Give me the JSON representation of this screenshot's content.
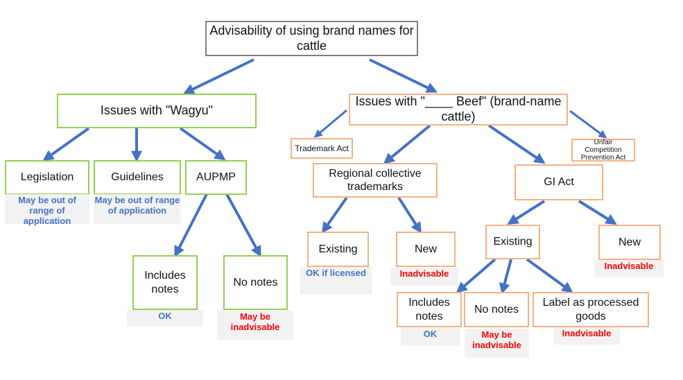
{
  "colors": {
    "arrow": "#4472c4",
    "root_border": "#7f7f7f",
    "wagyu_border": "#92d050",
    "beef_border": "#f4b183",
    "note_bg": "#f2f2f2",
    "note_positive": "#4472c4",
    "note_negative": "#ff0000"
  },
  "root": {
    "title": "Advisability of using brand names for cattle"
  },
  "wagyu": {
    "title": "Issues with \"Wagyu\"",
    "children": {
      "legislation": {
        "label": "Legislation",
        "note": "May be out of range of application"
      },
      "guidelines": {
        "label": "Guidelines",
        "note": "May be out of range of application"
      },
      "aupmp": {
        "label": "AUPMP",
        "children": {
          "includes_notes": {
            "label": "Includes notes",
            "note": "OK"
          },
          "no_notes": {
            "label": "No notes",
            "note": "May be inadvisable"
          }
        }
      }
    }
  },
  "beef": {
    "title": "Issues with \"____ Beef\" (brand-name cattle)",
    "children": {
      "trademark_act": {
        "label": "Trademark Act"
      },
      "unfair_competition": {
        "label": "Unfair Competition Prevention Act"
      },
      "regional": {
        "label": "Regional collective trademarks",
        "children": {
          "existing": {
            "label": "Existing",
            "note": "OK if licensed"
          },
          "new": {
            "label": "New",
            "note": "Inadvisable"
          }
        }
      },
      "gi_act": {
        "label": "GI Act",
        "children": {
          "existing": {
            "label": "Existing",
            "children": {
              "includes_notes": {
                "label": "Includes notes",
                "note": "OK"
              },
              "no_notes": {
                "label": "No notes",
                "note": "May be inadvisable"
              },
              "processed": {
                "label": "Label as processed goods",
                "note": "Inadvisable"
              }
            }
          },
          "new": {
            "label": "New",
            "note": "Inadvisable"
          }
        }
      }
    }
  }
}
